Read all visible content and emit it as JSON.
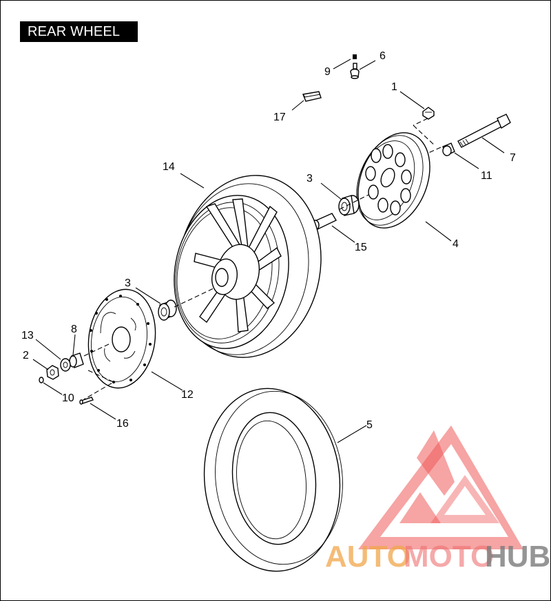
{
  "title": "REAR WHEEL",
  "callouts": {
    "c1": "1",
    "c2": "2",
    "c3a": "3",
    "c3b": "3",
    "c4": "4",
    "c5": "5",
    "c6": "6",
    "c7": "7",
    "c8": "8",
    "c9": "9",
    "c10": "10",
    "c11": "11",
    "c12": "12",
    "c13": "13",
    "c14": "14",
    "c15": "15",
    "c16": "16",
    "c17": "17"
  },
  "watermark": {
    "part1": "AUTO",
    "part2": "MOTO",
    "part3": "HUB"
  }
}
